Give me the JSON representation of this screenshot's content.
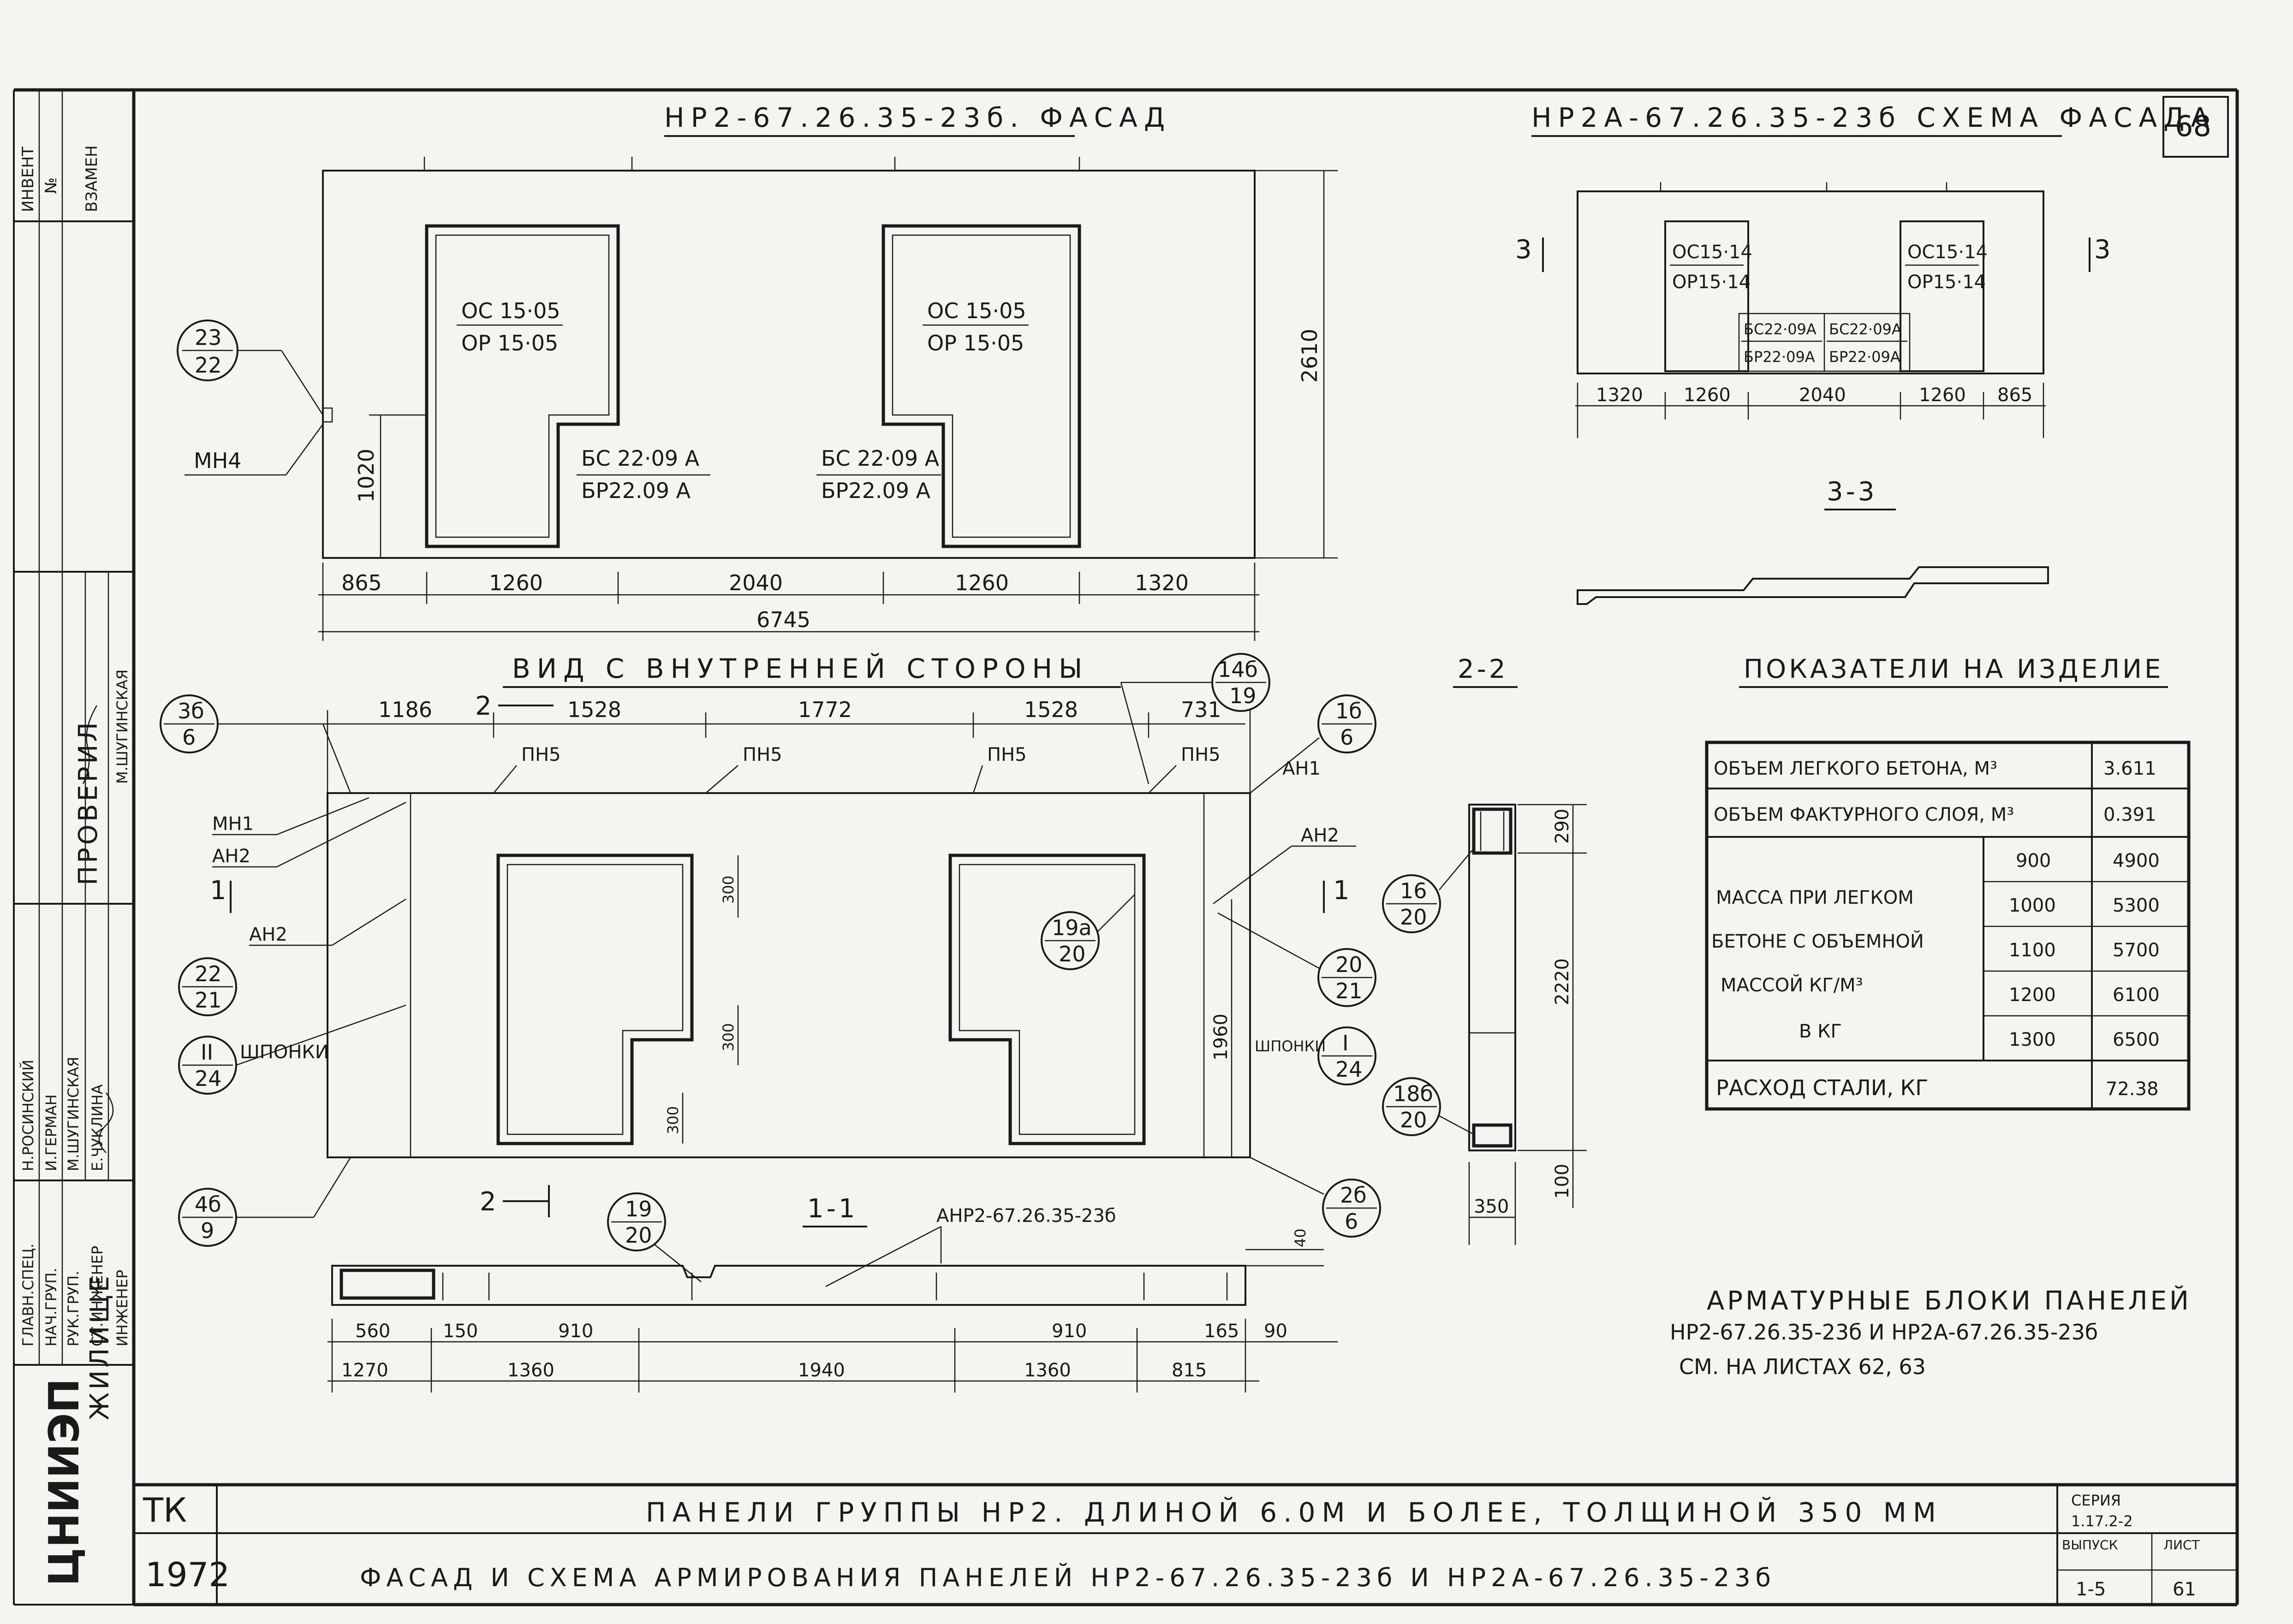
{
  "facade": {
    "title": "НР2-67.26.35-23б. ФАСАД",
    "openings": [
      "ОС 15·05",
      "ОР 15·05"
    ],
    "blocks": [
      "БС 22·09 А",
      "БР22.09 А"
    ],
    "callout": [
      "23",
      "22"
    ],
    "mn": "МН4",
    "dims": [
      "865",
      "1260",
      "2040",
      "1260",
      "1320"
    ],
    "total": "6745",
    "height": "2610",
    "sill": "1020"
  },
  "scheme": {
    "title": "НР2А-67.26.35-23б  СХЕМА ФАСАДА",
    "page_no": "68",
    "openings": [
      "ОС15·14",
      "ОР15·14"
    ],
    "blocks": [
      "БС22·09А",
      "БР22·09А"
    ],
    "dims": [
      "1320",
      "1260",
      "2040",
      "1260",
      "865"
    ],
    "cut": "3",
    "section_label": "3-3"
  },
  "inner": {
    "title": "ВИД С ВНУТРЕННЕЙ СТОРОНЫ",
    "top_dims": [
      "1186",
      "1528",
      "1772",
      "1528",
      "731"
    ],
    "pn": "ПН5",
    "labels": {
      "mn1": "МН1",
      "an2": "АН2",
      "an1": "АН1",
      "shponki": "ШПОНКИ",
      "cut1": "1",
      "cut2": "2"
    },
    "callouts": [
      [
        "3б",
        "6"
      ],
      [
        "14б",
        "19"
      ],
      [
        "1б",
        "6"
      ],
      [
        "22",
        "21"
      ],
      [
        "II",
        "24"
      ],
      [
        "4б",
        "9"
      ],
      [
        "19а",
        "20"
      ],
      [
        "20",
        "21"
      ],
      [
        "I",
        "24"
      ],
      [
        "2б",
        "6"
      ]
    ],
    "dims_v": [
      "300",
      "300",
      "300",
      "1960"
    ]
  },
  "section22": {
    "label": "2-2",
    "callouts": [
      [
        "16",
        "20"
      ],
      [
        "18б",
        "20"
      ]
    ],
    "dims": [
      "290",
      "2220",
      "100",
      "350"
    ]
  },
  "section11": {
    "label": "1-1",
    "callout": [
      "19",
      "20"
    ],
    "anr": "АНР2-67.26.35-23б",
    "dims_top": [
      "560",
      "150",
      "910",
      "910",
      "165",
      "90"
    ],
    "dims_bot": [
      "1270",
      "1360",
      "1940",
      "1360",
      "815"
    ],
    "dim_v": "40"
  },
  "indicators": {
    "title": "ПОКАЗАТЕЛИ НА ИЗДЕЛИЕ",
    "rows": [
      {
        "label": "ОБЪЕМ ЛЕГКОГО БЕТОНА, М³",
        "value": "3.611"
      },
      {
        "label": "ОБЪЕМ ФАКТУРНОГО СЛОЯ, М³",
        "value": "0.391"
      }
    ],
    "mass_label": [
      "МАССА ПРИ ЛЕГКОМ",
      "БЕТОНЕ С ОБЪЕМНОЙ",
      "МАССОЙ  КГ/М³",
      "В КГ"
    ],
    "mass_rows": [
      {
        "density": "900",
        "mass": "4900"
      },
      {
        "density": "1000",
        "mass": "5300"
      },
      {
        "density": "1100",
        "mass": "5700"
      },
      {
        "density": "1200",
        "mass": "6100"
      },
      {
        "density": "1300",
        "mass": "6500"
      }
    ],
    "steel_label": "РАСХОД СТАЛИ, КГ",
    "steel_value": "72.38"
  },
  "note": {
    "lines": [
      "АРМАТУРНЫЕ БЛОКИ ПАНЕЛЕЙ",
      "НР2-67.26.35-23б И НР2А-67.26.35-23б",
      "СМ. НА ЛИСТАХ 62, 63"
    ]
  },
  "title_block": {
    "code": "ТК",
    "year": "1972",
    "line1": "ПАНЕЛИ  ГРУППЫ НР2. ДЛИНОЙ 6.0М И БОЛЕЕ,  ТОЛЩИНОЙ 350 ММ",
    "line2": "ФАСАД  И  СХЕМА  АРМИРОВАНИЯ  ПАНЕЛЕЙ  НР2-67.26.35-23б  И  НР2А-67.26.35-23б",
    "series_label": "СЕРИЯ",
    "series": "1.17.2-2",
    "issue_label": "ВЫПУСК",
    "sheet_label": "ЛИСТ",
    "issue": "1-5",
    "sheet": "61"
  },
  "side_stamp": {
    "top": [
      "ИНВЕНТ",
      "№",
      "ВЗАМЕН"
    ],
    "proverka": "ПРОВЕРИЛ",
    "roles": [
      "ГЛАВН.СПЕЦ.",
      "НАЧ.ГРУП.",
      "РУК.ГРУП.",
      "СТ.ИНЖЕНЕР",
      "ИНЖЕНЕР"
    ],
    "names": [
      "Н.РОСИНСКИЙ",
      "И.ГЕРМАН",
      "М.ШУГИНСКАЯ",
      "Е.ЧУКЛИНА",
      "М.ШУГИНСКАЯ"
    ],
    "zhilishche": "ЖИЛИЩЕ",
    "logo": "ЦНИИЭП"
  }
}
